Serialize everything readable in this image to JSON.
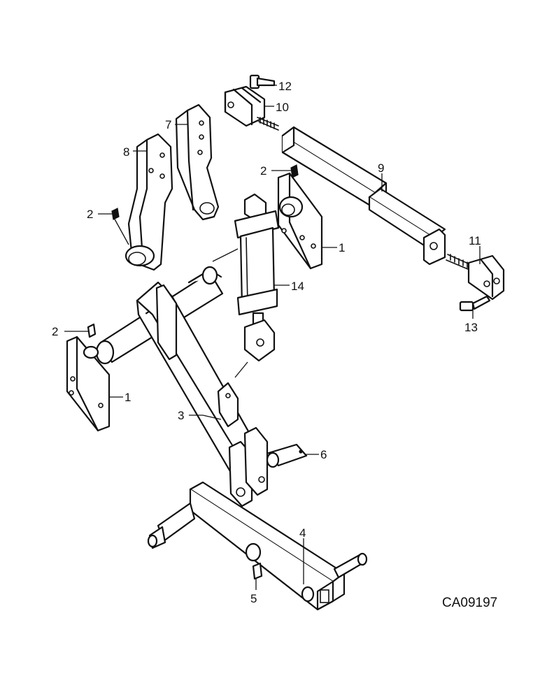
{
  "figure_id": "CA09197",
  "callouts": [
    {
      "id": "c12",
      "label": "12",
      "part": "bolt"
    },
    {
      "id": "c10",
      "label": "10",
      "part": "clevis"
    },
    {
      "id": "c7",
      "label": "7",
      "part": "arm"
    },
    {
      "id": "c8",
      "label": "8",
      "part": "arm"
    },
    {
      "id": "c9",
      "label": "9",
      "part": "telescoping-tube"
    },
    {
      "id": "c2a",
      "label": "2",
      "part": "grease-fitting"
    },
    {
      "id": "c2b",
      "label": "2",
      "part": "grease-fitting"
    },
    {
      "id": "c1a",
      "label": "1",
      "part": "mounting-plate"
    },
    {
      "id": "c11",
      "label": "11",
      "part": "clevis"
    },
    {
      "id": "c14",
      "label": "14",
      "part": "hydraulic-cylinder"
    },
    {
      "id": "c13",
      "label": "13",
      "part": "bolt"
    },
    {
      "id": "c2c",
      "label": "2",
      "part": "grease-fitting"
    },
    {
      "id": "c1b",
      "label": "1",
      "part": "mounting-plate"
    },
    {
      "id": "c3",
      "label": "3",
      "part": "lift-arm-shaft"
    },
    {
      "id": "c6",
      "label": "6",
      "part": "pin"
    },
    {
      "id": "c4",
      "label": "4",
      "part": "axle"
    },
    {
      "id": "c5",
      "label": "5",
      "part": "grease-fitting"
    }
  ]
}
